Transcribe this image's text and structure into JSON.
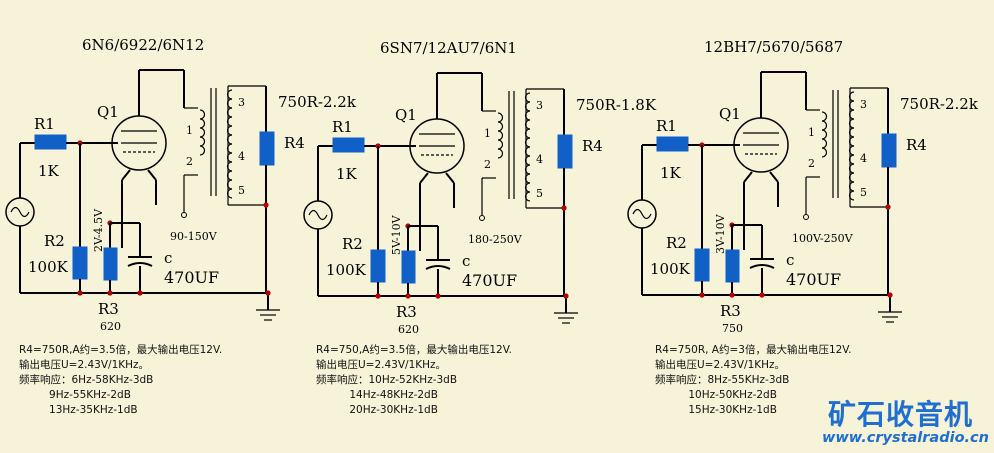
{
  "circuits": [
    {
      "title": "6N6/6922/6N12",
      "q_label": "Q1",
      "r1_label": "R1",
      "r1_value": "1K",
      "r2_label": "R2",
      "r2_value": "100K",
      "r3_label": "R3",
      "r3_value": "620",
      "r4_label": "R4",
      "ratio": "750R-2.2k",
      "bias_voltage": "2V-4.5V",
      "supply": "90-150V",
      "cap_label": "c",
      "cap_value": "470UF",
      "pins": [
        "1",
        "2",
        "3",
        "4",
        "5"
      ],
      "notes": [
        "R4=750R,A约=3.5倍，最大输出电压12V.",
        "输出电压U=2.43V/1KHz。",
        "频率响应：6Hz-58KHz-3dB",
        "         9Hz-55KHz-2dB",
        "         13Hz-35KHz-1dB"
      ]
    },
    {
      "title": "6SN7/12AU7/6N1",
      "q_label": "Q1",
      "r1_label": "R1",
      "r1_value": "1K",
      "r2_label": "R2",
      "r2_value": "100K",
      "r3_label": "R3",
      "r3_value": "620",
      "r4_label": "R4",
      "ratio": "750R-1.8K",
      "bias_voltage": "5V-10V",
      "supply": "180-250V",
      "cap_label": "c",
      "cap_value": "470UF",
      "pins": [
        "1",
        "2",
        "3",
        "4",
        "5"
      ],
      "notes": [
        "R4=750,A约=3.5倍，最大输出电压12V.",
        "输出电压U=2.43V/1KHz。",
        "频率响应：10Hz-52KHz-3dB",
        "          14Hz-48KHz-2dB",
        "          20Hz-30KHz-1dB"
      ]
    },
    {
      "title": "12BH7/5670/5687",
      "q_label": "Q1",
      "r1_label": "R1",
      "r1_value": "1K",
      "r2_label": "R2",
      "r2_value": "100K",
      "r3_label": "R3",
      "r3_value": "750",
      "r4_label": "R4",
      "ratio": "750R-2.2k",
      "bias_voltage": "3V-10V",
      "supply": "100V-250V",
      "cap_label": "c",
      "cap_value": "470UF",
      "pins": [
        "1",
        "2",
        "3",
        "4",
        "5"
      ],
      "notes": [
        "R4=750R, A约=3倍，最大输出电压12V.",
        "输出电压U=2.43V/1KHz。",
        "频率响应：8Hz-55KHz-3dB",
        "          10Hz-50KHz-2dB",
        "          15Hz-30KHz-1dB"
      ]
    }
  ],
  "brand": {
    "name": "矿石收音机",
    "url": "www.crystalradio.cn"
  },
  "colors": {
    "background": "#f6f3d9",
    "component_blue": "#1060c8",
    "node_red": "#b00000"
  }
}
